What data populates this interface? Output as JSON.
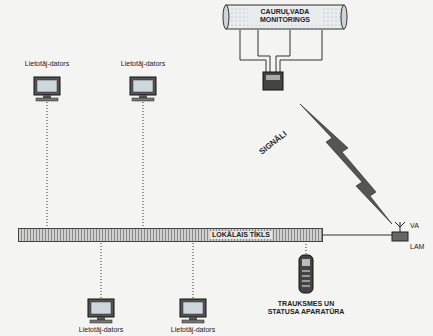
{
  "diagram": {
    "nodes": [
      {
        "text": [
          "CAURUĻVADA MONITORINGS"
        ]
      },
      {
        "text": [
          "Lietotāj-dators"
        ]
      },
      {
        "text": [
          "Lietotāj-dators"
        ]
      },
      {
        "text": [
          "LOKĀLAIS TĪKLS"
        ]
      },
      {
        "text": [
          "Lietotāj-dators"
        ]
      },
      {
        "text": [
          "Lietotāj-dators"
        ]
      },
      {
        "text": [
          "TRAUKSMES UN STATUSA APARATŪRA"
        ]
      }
    ],
    "edges": [
      {
        "from": 1,
        "to": 3,
        "arrow": "none"
      },
      {
        "from": 2,
        "to": 3,
        "arrow": "none"
      },
      {
        "from": 4,
        "to": 3,
        "arrow": "none"
      },
      {
        "from": 5,
        "to": 3,
        "arrow": "none"
      },
      {
        "from": 6,
        "to": 3,
        "arrow": "none"
      }
    ],
    "labels": [
      "SIGNĀLI",
      "VA",
      "LAM"
    ]
  }
}
